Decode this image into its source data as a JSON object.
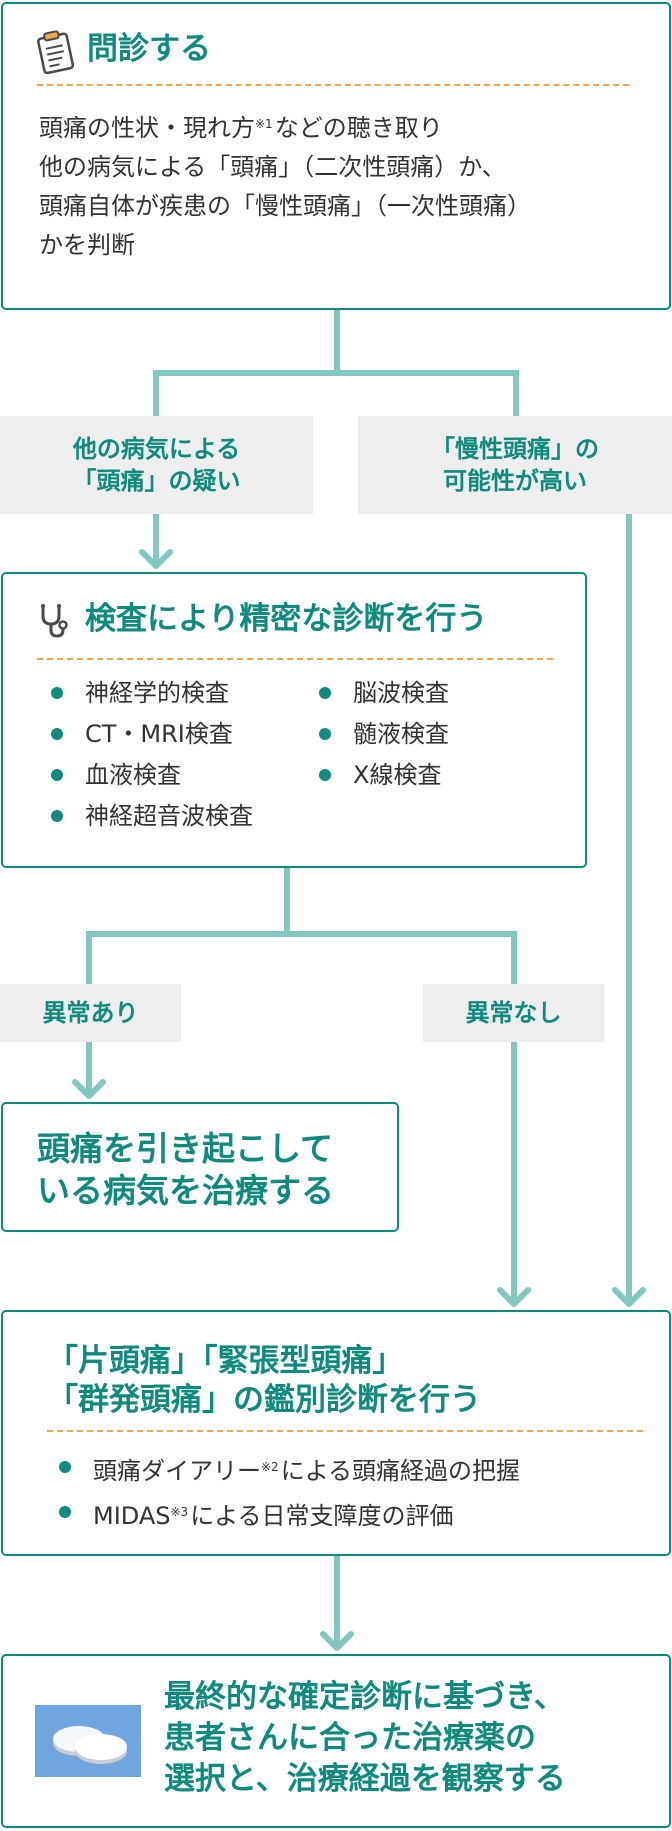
{
  "step1": {
    "title": "問診する",
    "icon": "clipboard-icon",
    "lines": [
      "頭痛の性状・現れ方",
      "※1",
      "などの聴き取り",
      "他の病気による「頭痛」（二次性頭痛）か、",
      "頭痛自体が疾患の「慢性頭痛」（一次性頭痛）",
      "かを判断"
    ]
  },
  "branch1": {
    "left_line1": "他の病気による",
    "left_line2": "「頭痛」の疑い",
    "right_line1": "「慢性頭痛」の",
    "right_line2": "可能性が高い"
  },
  "step2": {
    "title": "検査により精密な診断を行う",
    "icon": "stethoscope-icon",
    "col1": [
      "神経学的検査",
      "CT・MRI検査",
      "血液検査",
      "神経超音波検査"
    ],
    "col2": [
      "脳波検査",
      "髄液検査",
      "X線検査"
    ]
  },
  "branch2": {
    "left": "異常あり",
    "right": "異常なし"
  },
  "step3": {
    "line1": "頭痛を引き起こして",
    "line2": "いる病気を治療する"
  },
  "step4": {
    "title_line1": "「片頭痛」「緊張型頭痛」",
    "title_line2": "「群発頭痛」の鑑別診断を行う",
    "item1_a": "頭痛ダイアリー",
    "item1_sup": "※2",
    "item1_b": "による頭痛経過の把握",
    "item2_a": "MIDAS",
    "item2_sup": "※3",
    "item2_b": "による日常支障度の評価"
  },
  "step5": {
    "icon": "pill-icon",
    "line1": "最終的な確定診断に基づき、",
    "line2": "患者さんに合った治療薬の",
    "line3": "選択と、治療経過を観察する"
  },
  "colors": {
    "accent": "#0f8b7e",
    "connector": "#82c8c0",
    "dash": "#f1a650",
    "label_bg": "#eeeeee",
    "pill_bg": "#6fa6e0"
  }
}
